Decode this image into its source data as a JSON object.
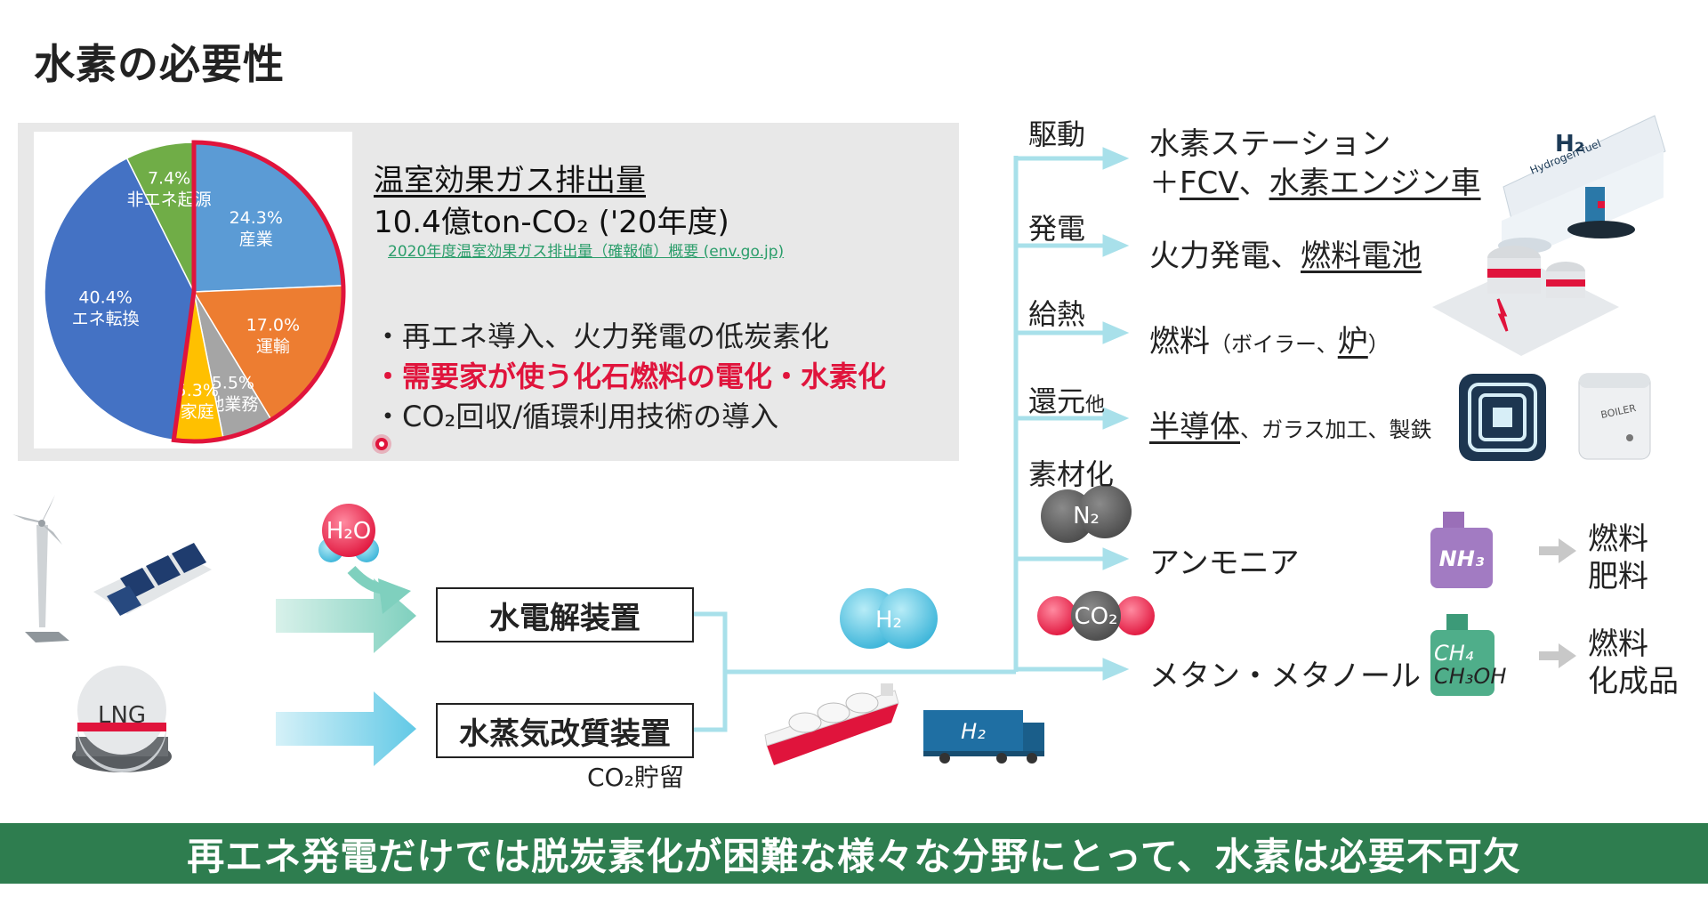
{
  "title": "水素の必要性",
  "pie": {
    "slices": [
      {
        "pct": "24.3%",
        "name": "産業",
        "color": "#5b9bd5",
        "value": 24.3
      },
      {
        "pct": "17.0%",
        "name": "運輸",
        "color": "#ed7d31",
        "value": 17.0
      },
      {
        "pct": "5.5%",
        "name": "他業務",
        "color": "#a5a5a5",
        "value": 5.5
      },
      {
        "pct": "5.3%",
        "name": "家庭",
        "color": "#ffc000",
        "value": 5.3
      },
      {
        "pct": "40.4%",
        "name": "エネ転換",
        "color": "#4472c4",
        "value": 40.4
      },
      {
        "pct": "7.4%",
        "name": "非エネ起源",
        "color": "#70ad47",
        "value": 7.4
      }
    ],
    "highlight_color": "#e0143c"
  },
  "info": {
    "ghg_title": "温室効果ガス排出量",
    "ghg_value": "10.4億ton-CO₂ ('20年度)",
    "ghg_link": "2020年度温室効果ガス排出量（確報値）概要 (env.go.jp)",
    "bullet_1": "・再エネ導入、火力発電の低炭素化",
    "bullet_2": "・需要家が使う化石燃料の電化・水素化",
    "bullet_3": "・CO₂回収/循環利用技術の導入"
  },
  "categories": {
    "drive": "駆動",
    "power": "発電",
    "heat": "給熱",
    "reduce": "還元",
    "reduce_suffix": "他",
    "material": "素材化"
  },
  "uses": {
    "station_1": "水素ステーション",
    "station_2_prefix": "＋",
    "station_2_fcv": "FCV",
    "station_2_sep": "、",
    "station_2_engine": "水素エンジン車",
    "power_a": "火力発電",
    "power_sep": "、",
    "power_b": "燃料電池",
    "fuel": "燃料",
    "fuel_paren_open": "（ボイラー、",
    "fuel_furnace": "炉",
    "fuel_paren_close": "）",
    "semi": "半導体",
    "semi_rest": "、ガラス加工、製鉄",
    "ammonia": "アンモニア",
    "methane": "メタン・メタノール"
  },
  "outputs": {
    "ammonia_1": "燃料",
    "ammonia_2": "肥料",
    "methane_1": "燃料",
    "methane_2": "化成品"
  },
  "molecules": {
    "h2o": "H₂O",
    "h2": "H₂",
    "n2": "N₂",
    "co2": "CO₂",
    "nh3": "NH₃",
    "ch4": "CH₄",
    "ch3oh": "CH₃OH",
    "lng": "LNG",
    "truck_h2": "H₂",
    "station_h2": "H₂",
    "station_fuel": "Hydrogen fuel",
    "boiler": "BOILER"
  },
  "process": {
    "electrolysis": "水電解装置",
    "reforming": "水蒸気改質装置",
    "co2_storage": "CO₂貯留"
  },
  "banner": "再エネ発電だけでは脱炭素化が困難な様々な分野にとって、水素は必要不可欠"
}
